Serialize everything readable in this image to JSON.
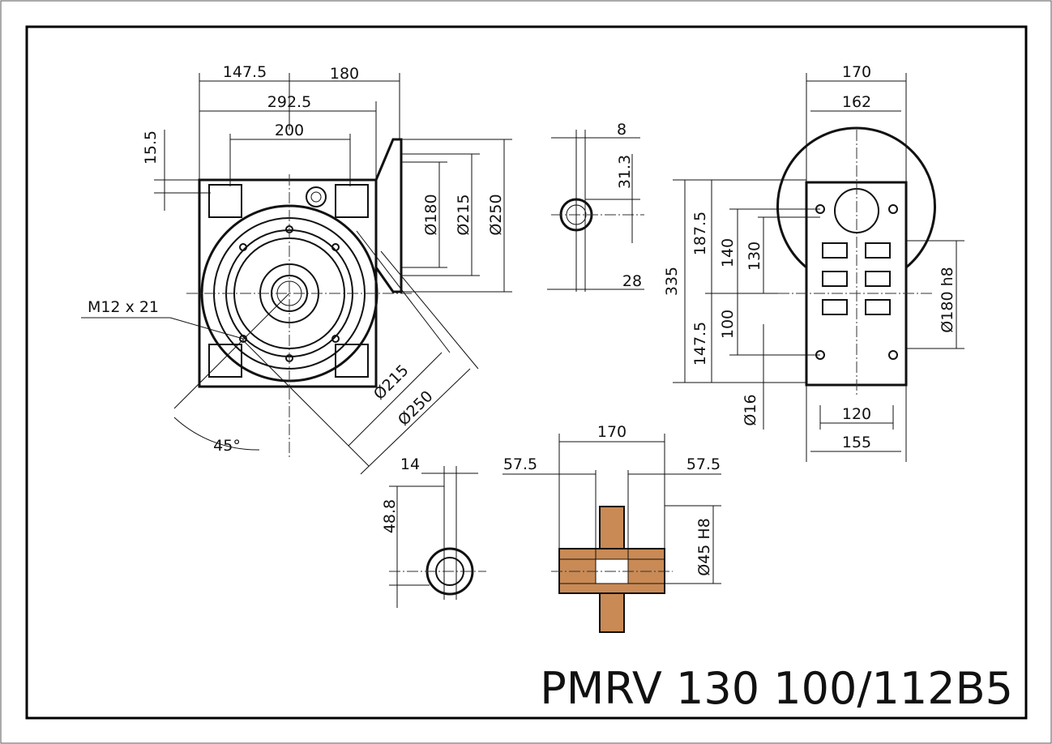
{
  "title": "PMRV 130 100/112B5",
  "front_view": {
    "dims": {
      "d147_5": "147.5",
      "d180": "180",
      "d292_5": "292.5",
      "d200": "200",
      "d15_5": "15.5",
      "thread": "M12 x 21",
      "angle": "45°",
      "dia215": "Ø215",
      "dia250": "Ø250"
    }
  },
  "flange_view": {
    "dia180": "Ø180",
    "dia215": "Ø215",
    "dia250": "Ø250"
  },
  "input_shaft": {
    "d8": "8",
    "d31_3": "31.3",
    "d28": "28"
  },
  "side_view": {
    "d170": "170",
    "d162": "162",
    "d187_5": "187.5",
    "d140": "140",
    "d130": "130",
    "d335": "335",
    "d100": "100",
    "d147_5": "147.5",
    "dia180h8": "Ø180 h8",
    "dia16": "Ø16",
    "d120": "120",
    "d155": "155"
  },
  "output_shaft": {
    "d14": "14",
    "d48_8": "48.8"
  },
  "hollow_shaft_section": {
    "d170": "170",
    "d57_5_left": "57.5",
    "d57_5_right": "57.5",
    "dia45H8": "Ø45 H8"
  }
}
